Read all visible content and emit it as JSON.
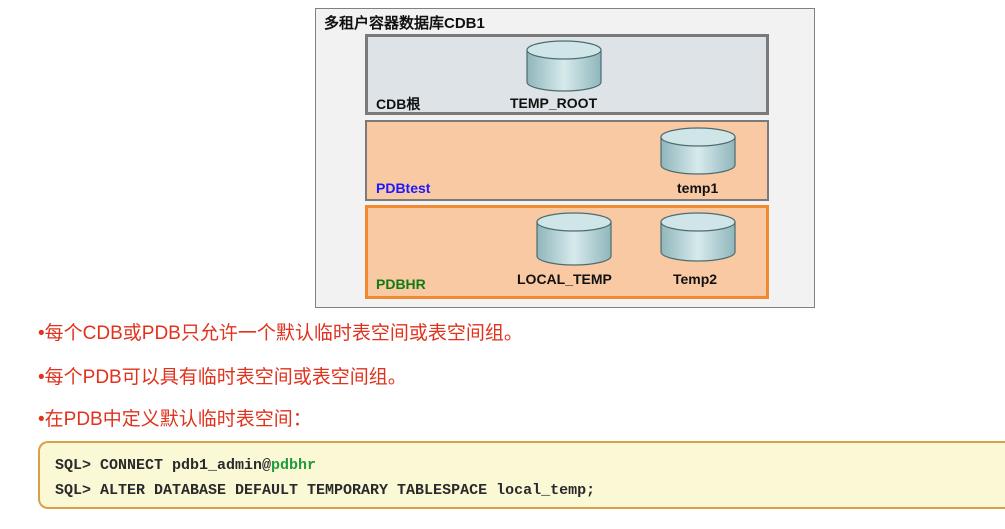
{
  "cdb": {
    "title": "多租户容器数据库CDB1",
    "root": {
      "label": "CDB根",
      "tablespaces": [
        "TEMP_ROOT"
      ]
    },
    "pdbtest": {
      "label": "PDBtest",
      "tablespaces": [
        "temp1"
      ],
      "label_color": "#1a1aff"
    },
    "pdbhr": {
      "label": "PDBHR",
      "tablespaces": [
        "LOCAL_TEMP",
        "Temp2"
      ],
      "label_color": "#137a13",
      "border_color": "#f0892f"
    }
  },
  "bullets": [
    "•每个CDB或PDB只允许一个默认临时表空间或表空间组。",
    "•每个PDB可以具有临时表空间或表空间组。",
    "•在PDB中定义默认临时表空间："
  ],
  "code": {
    "line1_prefix": "SQL> CONNECT pdb1_admin@",
    "line1_highlight": "pdbhr",
    "line2": "SQL> ALTER DATABASE DEFAULT TEMPORARY TABLESPACE local_temp;"
  },
  "colors": {
    "bullet_text": "#e0321d",
    "code_highlight": "#1f9a3d",
    "pdb_fill": "#f9c9a3",
    "root_fill": "#dde3e6"
  }
}
